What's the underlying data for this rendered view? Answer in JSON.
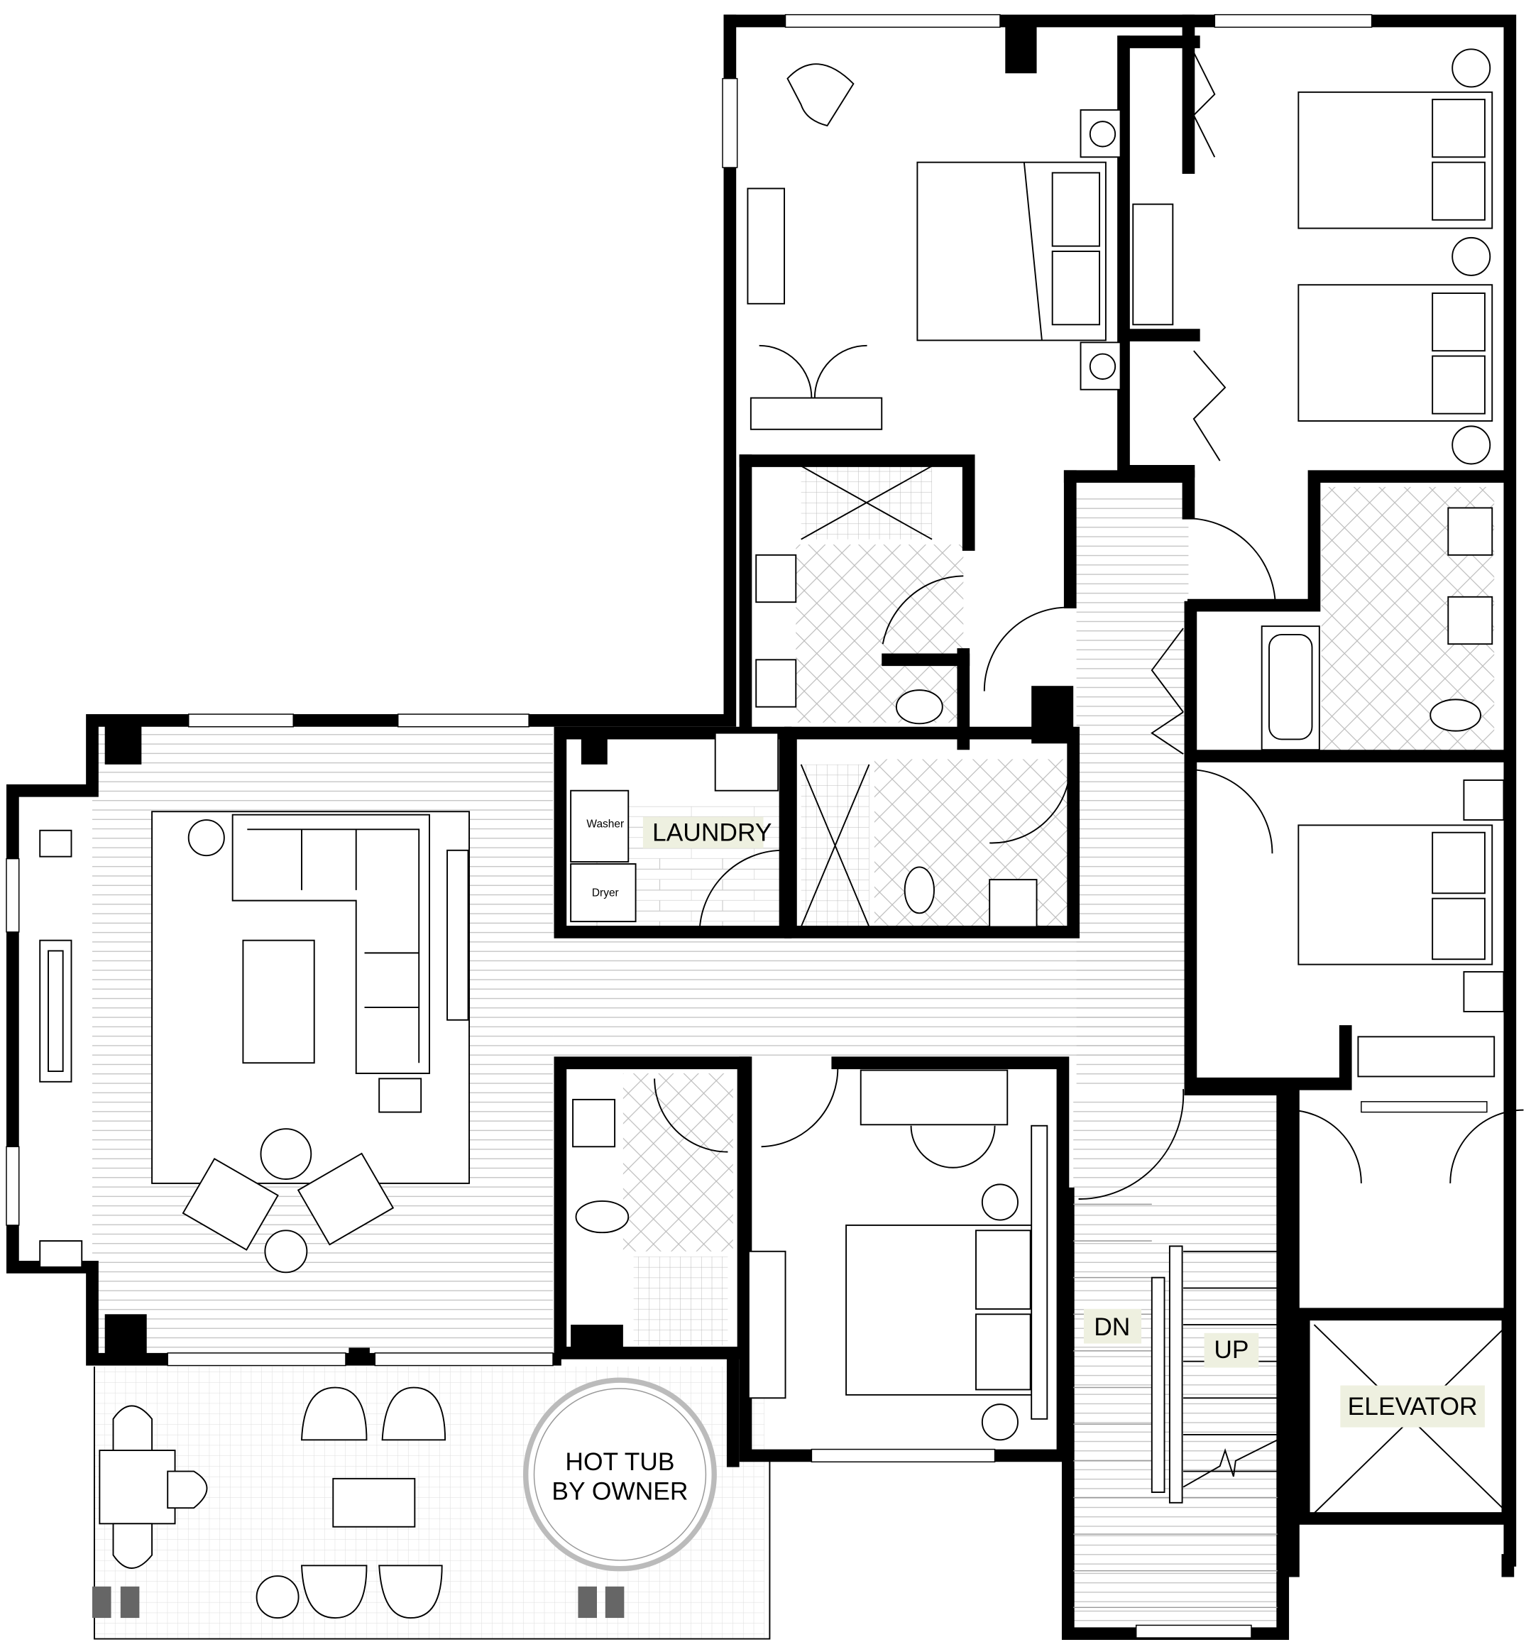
{
  "plan": {
    "rooms": {
      "laundry": {
        "label": "LAUNDRY",
        "washer": "Washer",
        "dryer": "Dryer"
      },
      "stairs": {
        "down": "DN",
        "up": "UP"
      },
      "elevator": {
        "label": "ELEVATOR"
      },
      "hot_tub": {
        "line1": "HOT TUB",
        "line2": "BY OWNER"
      }
    },
    "colors": {
      "label_bg": "#eef0e0",
      "wall": "#000000"
    }
  }
}
